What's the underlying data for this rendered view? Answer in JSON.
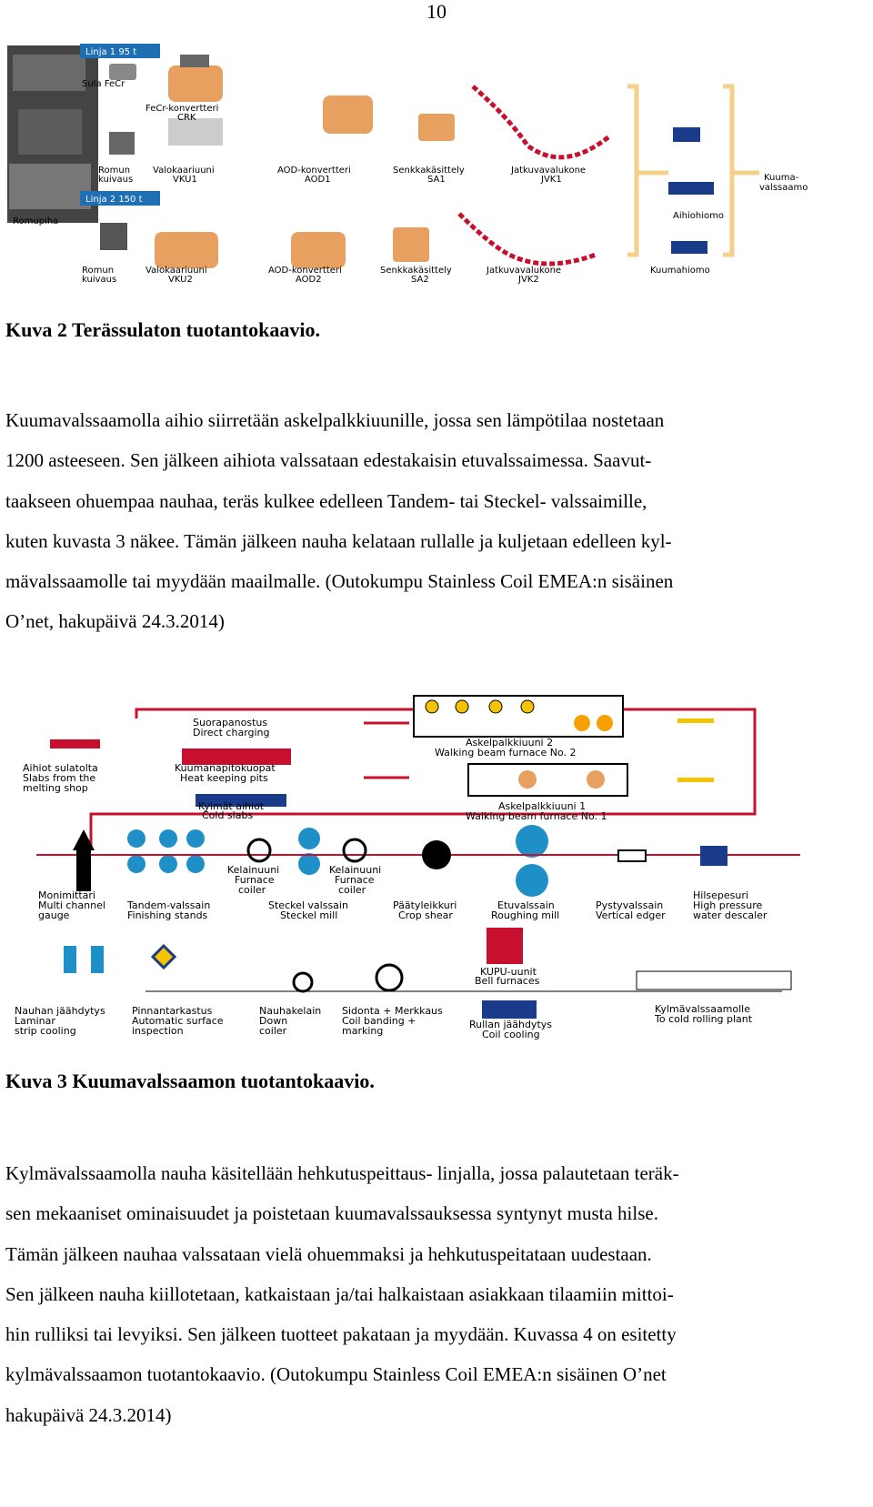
{
  "page": {
    "number": "10"
  },
  "figure2": {
    "line1": "Linja 1  95 t",
    "line2": "Linja 2  150 t",
    "labels": {
      "sula_fecr": "Sula FeCr",
      "fecr_converter": [
        "FeCr-konvertteri",
        "CRK"
      ],
      "romun1": [
        "Romun",
        "kuivaus"
      ],
      "vku1": [
        "Valokaariuuni",
        "VKU1"
      ],
      "aod1": [
        "AOD-konvertteri",
        "AOD1"
      ],
      "sa1": [
        "Senkkakäsittely",
        "SA1"
      ],
      "jvk1": [
        "Jatkuvavalukone",
        "JVK1"
      ],
      "kuuma": [
        "Kuuma-",
        "valssaamo"
      ],
      "aihiohiomo": "Aihiohiomo",
      "romupiha": "Romupiha",
      "romun2": [
        "Romun",
        "kuivaus"
      ],
      "vku2": [
        "Valokaariuuni",
        "VKU2"
      ],
      "aod2": [
        "AOD-konvertteri",
        "AOD2"
      ],
      "sa2": [
        "Senkkakäsittely",
        "SA2"
      ],
      "jvk2": [
        "Jatkuvavalukone",
        "JVK2"
      ],
      "kuumahiomo": "Kuumahiomo"
    }
  },
  "caption2": "Kuva 2 Terässulaton tuotantokaavio.",
  "paragraph1": [
    "Kuumavalssaamolla aihio siirretään askelpalkkiuunille, jossa sen lämpötilaa nostetaan",
    "1200 asteeseen. Sen jälkeen aihiota valssataan edestakaisin etuvalssaimessa. Saavut-",
    "taakseen ohuempaa nauhaa, teräs kulkee edelleen Tandem- tai Steckel- valssaimille,",
    "kuten kuvasta 3 näkee. Tämän jälkeen nauha kelataan rullalle ja kuljetaan edelleen kyl-",
    "mävalssaamolle tai myydään maailmalle. (Outokumpu Stainless Coil EMEA:n sisäinen",
    "O’net, hakupäivä 24.3.2014)"
  ],
  "figure3": {
    "suorapanostus": [
      "Suorapanostus",
      "Direct charging"
    ],
    "askel2": [
      "Askelpalkkiuuni 2",
      "Walking beam furnace No. 2"
    ],
    "aihiot": [
      "Aihiot sulatolta",
      "Slabs from the",
      "melting shop"
    ],
    "kuumanapito": [
      "Kuumanapitokuopat",
      "Heat keeping pits"
    ],
    "kylmat": [
      "Kylmät aihiot",
      "Cold slabs"
    ],
    "askel1": [
      "Askelpalkkiuuni 1",
      "Walking beam furnace No. 1"
    ],
    "kelain1": [
      "Kelainuuni",
      "Furnace",
      "coiler"
    ],
    "kelain2": [
      "Kelainuuni",
      "Furnace",
      "coiler"
    ],
    "monimittari": [
      "Monimittari",
      "Multi channel",
      "gauge"
    ],
    "tandem": [
      "Tandem-valssain",
      "Finishing stands"
    ],
    "steckel": [
      "Steckel valssain",
      "Steckel mill"
    ],
    "paaty": [
      "Päätyleikkuri",
      "Crop shear"
    ],
    "etuvalssain": [
      "Etuvalssain",
      "Roughing mill"
    ],
    "pysty": [
      "Pystyvalssain",
      "Vertical edger"
    ],
    "hilsepesuri": [
      "Hilsepesuri",
      "High pressure",
      "water descaler"
    ],
    "kupu": [
      "KUPU-uunit",
      "Bell furnaces"
    ],
    "nauhan": [
      "Nauhan jäähdytys",
      "Laminar",
      "strip cooling"
    ],
    "pinnan": [
      "Pinnantarkastus",
      "Automatic surface",
      "inspection"
    ],
    "nauhakelain": [
      "Nauhakelain",
      "Down",
      "coiler"
    ],
    "sidonta": [
      "Sidonta + Merkkaus",
      "Coil banding +",
      "marking"
    ],
    "rullan": [
      "Rullan jäähdytys",
      "Coil cooling"
    ],
    "kylmavals": [
      "Kylmävalssaamolle",
      "To cold rolling plant"
    ]
  },
  "caption3": "Kuva 3 Kuumavalssaamon tuotantokaavio.",
  "paragraph2": [
    "Kylmävalssaamolla nauha käsitellään hehkutuspeittaus- linjalla, jossa palautetaan teräk-",
    "sen mekaaniset ominaisuudet ja poistetaan kuumavalssauksessa syntynyt musta hilse.",
    "Tämän jälkeen nauhaa valssataan vielä ohuemmaksi ja hehkutuspeitataan uudestaan.",
    "Sen jälkeen nauha kiillotetaan, katkaistaan ja/tai halkaistaan asiakkaan tilaamiin mittoi-",
    "hin rulliksi tai levyiksi. Sen jälkeen tuotteet pakataan ja myydään. Kuvassa 4 on esitetty",
    "kylmävalssaamon tuotantokaavio. (Outokumpu Stainless Coil EMEA:n sisäinen O’net",
    "hakupäivä 24.3.2014)"
  ],
  "colors": {
    "link_blue": "#1f6fb5",
    "red": "#c8102e",
    "orange": "#e8a060",
    "yellow": "#f5c400",
    "navy": "#1a3a8a"
  }
}
